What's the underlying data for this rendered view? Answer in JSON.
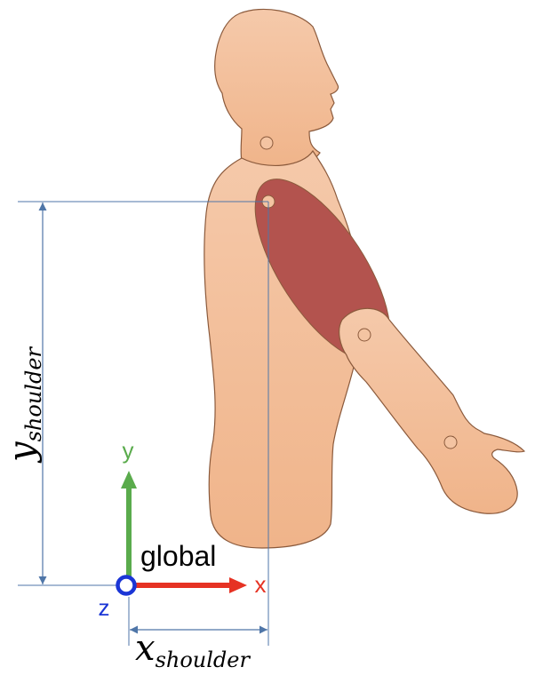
{
  "labels": {
    "y_main": "y",
    "y_sub": "shoulder",
    "x_main": "x",
    "x_sub": "shoulder",
    "global": "global",
    "axis_x": "x",
    "axis_y": "y",
    "axis_z": "z"
  },
  "colors": {
    "skin": "#f3bf99",
    "skin_outline": "#8b5a3c",
    "muscle": "#b3534e",
    "dimension_line": "#4f76a8",
    "axis_x": "#e63223",
    "axis_y": "#5aab4c",
    "axis_z": "#1a35d6"
  }
}
